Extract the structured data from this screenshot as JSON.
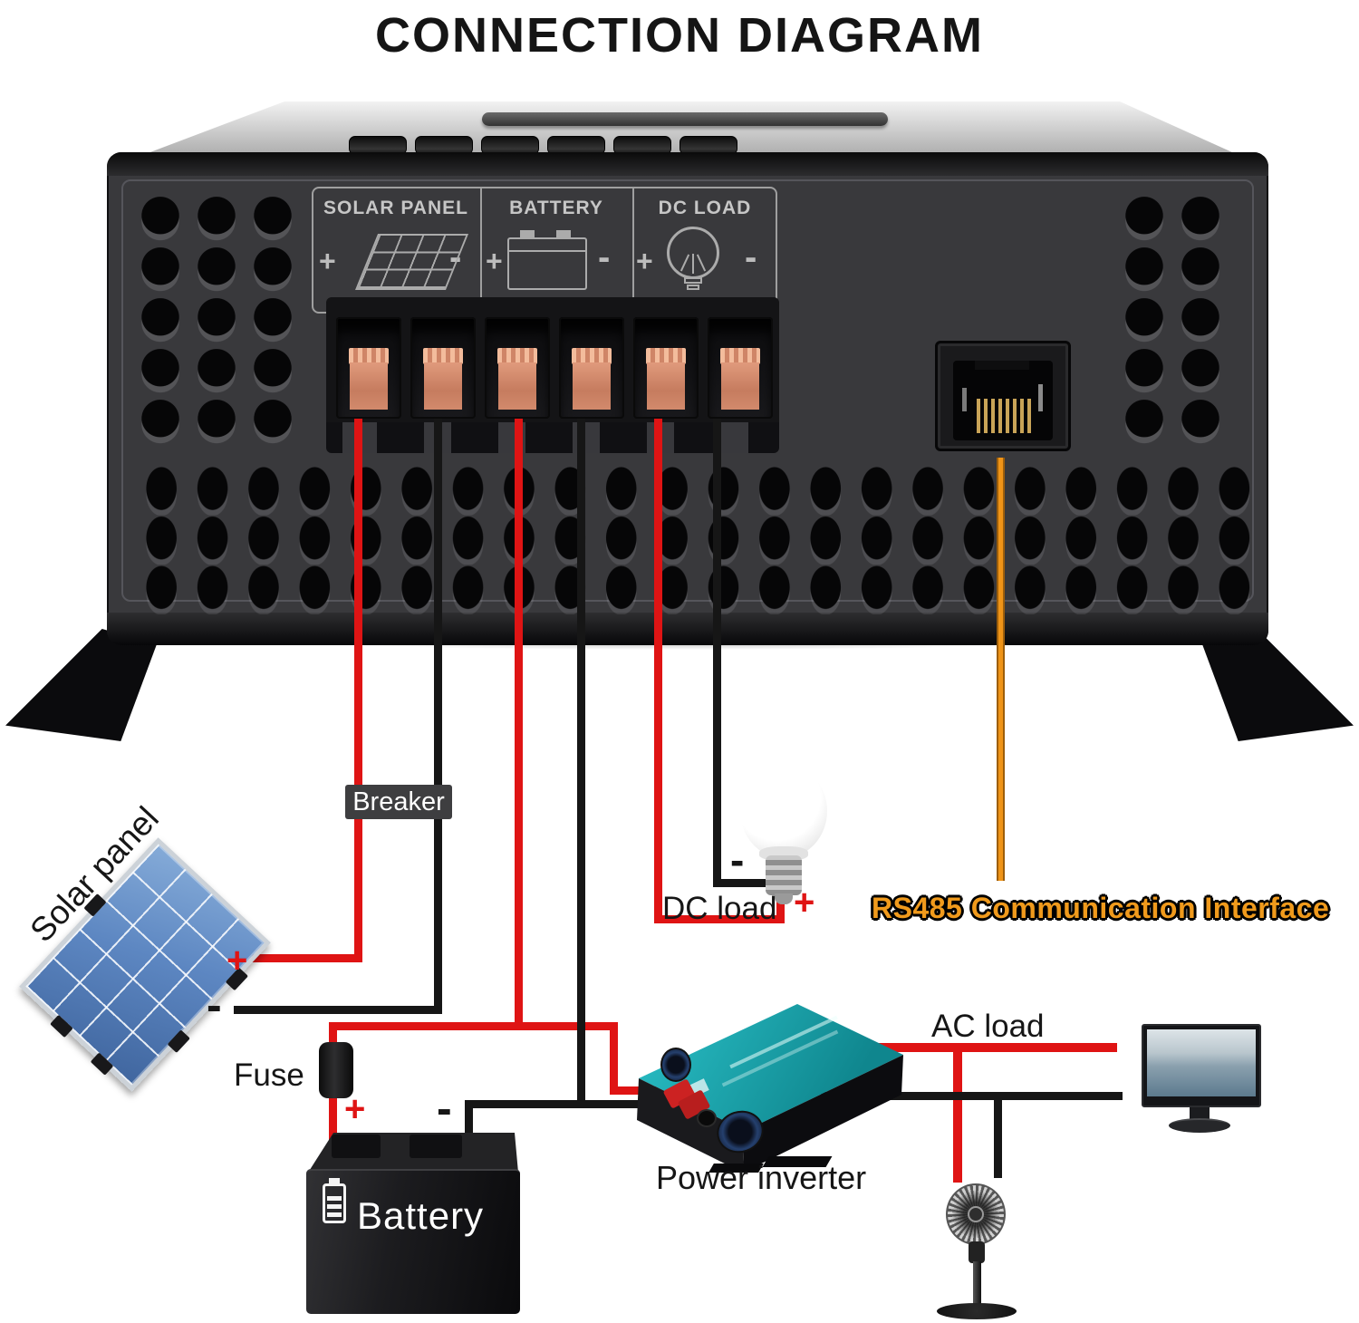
{
  "title": "CONNECTION DIAGRAM",
  "device": {
    "sections": [
      {
        "label": "SOLAR PANEL"
      },
      {
        "label": "BATTERY"
      },
      {
        "label": "DC LOAD"
      }
    ],
    "rs485_label": "RS485 Communication Interface"
  },
  "signs": {
    "plus": "+",
    "minus": "-"
  },
  "labels": {
    "solar_panel": "Solar panel",
    "breaker": "Breaker",
    "fuse": "Fuse",
    "battery": "Battery",
    "dc_load": "DC load",
    "power_inverter": "Power inverter",
    "ac_load": "AC load"
  },
  "colors": {
    "positive_wire": "#df1414",
    "negative_wire": "#141414",
    "rs485_wire": "#ef9418",
    "rs485_text": "#f09a1c",
    "device_body": "#39393c",
    "terminal_copper": "#d28a6c",
    "inverter_top": "#18969e",
    "solar_panel_blue": "#5d87c2"
  }
}
